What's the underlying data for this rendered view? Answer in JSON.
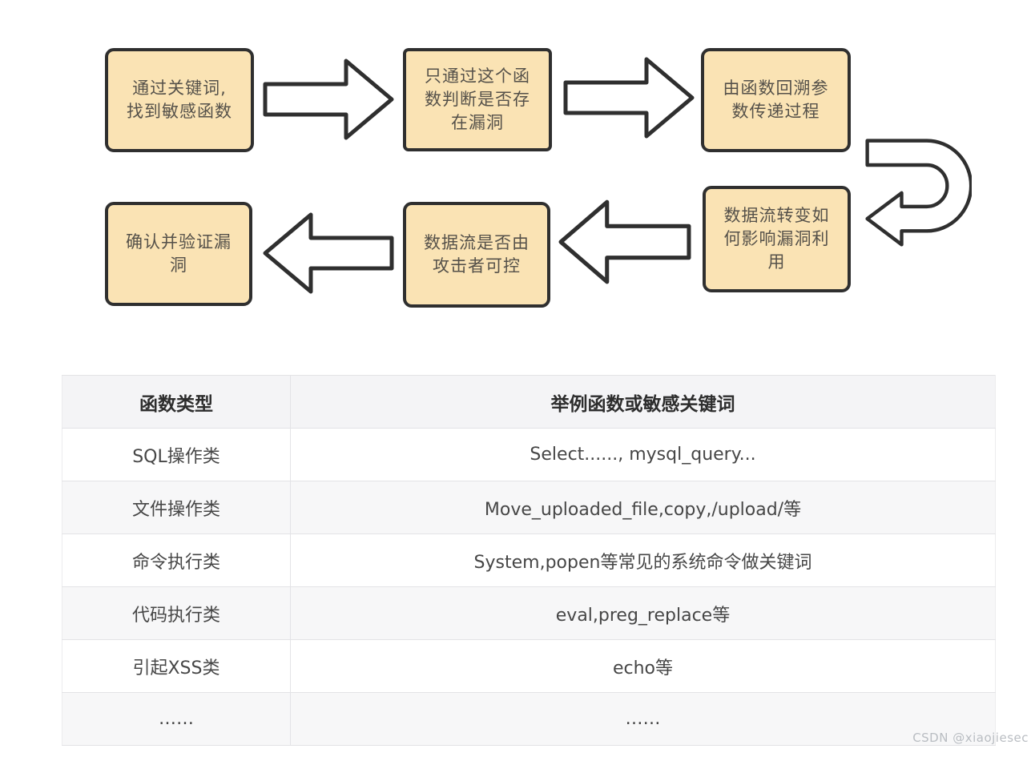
{
  "page": {
    "background_color": "#FFFFFF",
    "watermark": "CSDN @xiaojiesec"
  },
  "flowchart": {
    "box_fill_color": "#FAE3B4",
    "box_border_color": "#2F2F2F",
    "arrow_outline_color": "#2F2F2F",
    "steps": [
      {
        "label": "通过关键词,\n找到敏感函数"
      },
      {
        "label": "只通过这个函\n数判断是否存\n在漏洞"
      },
      {
        "label": "由函数回溯参\n数传递过程"
      },
      {
        "label": "数据流转变如\n何影响漏洞利\n用"
      },
      {
        "label": "数据流是否由\n攻击者可控"
      },
      {
        "label": "确认并验证漏\n洞"
      }
    ]
  },
  "table": {
    "headers": [
      "函数类型",
      "举例函数或敏感关键词"
    ],
    "rows": [
      [
        "SQL操作类",
        "Select......, mysql_query..."
      ],
      [
        "文件操作类",
        "Move_uploaded_file,copy,/upload/等"
      ],
      [
        "命令执行类",
        "System,popen等常见的系统命令做关键词"
      ],
      [
        "代码执行类",
        "eval,preg_replace等"
      ],
      [
        "引起XSS类",
        "echo等"
      ],
      [
        "……",
        "……"
      ]
    ]
  }
}
